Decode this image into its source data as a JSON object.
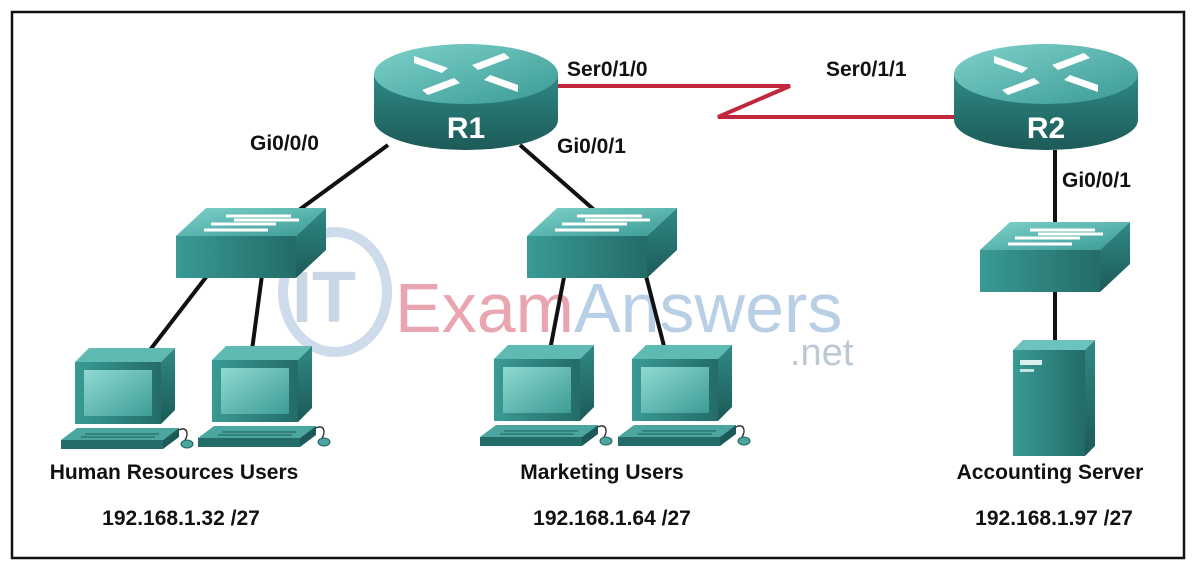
{
  "watermark": {
    "logo_letters": "IT",
    "text_part1": "Exam",
    "text_part2": "Answers",
    "suffix": ".net"
  },
  "routers": {
    "r1": {
      "label": "R1"
    },
    "r2": {
      "label": "R2"
    }
  },
  "ports": {
    "r1_gi000": "Gi0/0/0",
    "r1_gi001": "Gi0/0/1",
    "r1_ser010": "Ser0/1/0",
    "r2_ser011": "Ser0/1/1",
    "r2_gi001": "Gi0/0/1"
  },
  "groups": {
    "hr": {
      "name": "Human Resources Users",
      "network": "192.168.1.32 /27"
    },
    "marketing": {
      "name": "Marketing Users",
      "network": "192.168.1.64 /27"
    },
    "accounting": {
      "name": "Accounting Server",
      "network": "192.168.1.97 /27"
    }
  },
  "colors": {
    "device_teal": "#2f8a86",
    "device_dark": "#1f5f5c",
    "device_light": "#6cc3bd",
    "serial_link": "#c0273d",
    "ethernet_link": "#111111",
    "watermark_blue": "#b6cde6",
    "watermark_red": "#e9a6b0"
  }
}
